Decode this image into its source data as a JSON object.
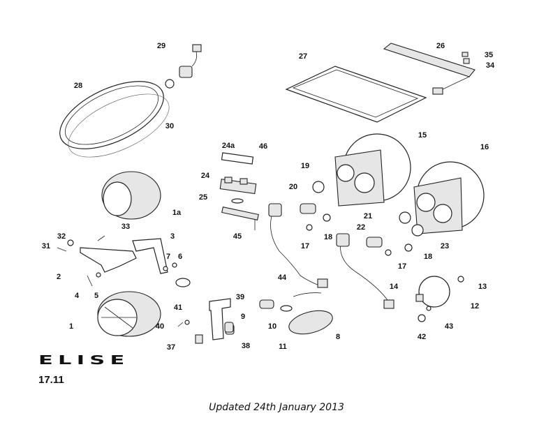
{
  "diagram": {
    "brand": "ELISE",
    "section_number": "17.11",
    "updated_note": "Updated 24th January 2013",
    "part_labels": [
      "29",
      "28",
      "30",
      "27",
      "26",
      "35",
      "34",
      "24a",
      "46",
      "15",
      "16",
      "19",
      "20",
      "24",
      "25",
      "1a",
      "33",
      "3",
      "32",
      "31",
      "21",
      "22",
      "45",
      "17",
      "18",
      "23",
      "7",
      "6",
      "2",
      "18",
      "17",
      "4",
      "5",
      "44",
      "39",
      "13",
      "14",
      "12",
      "41",
      "9",
      "10",
      "40",
      "1",
      "43",
      "8",
      "42",
      "37",
      "38",
      "11"
    ]
  }
}
